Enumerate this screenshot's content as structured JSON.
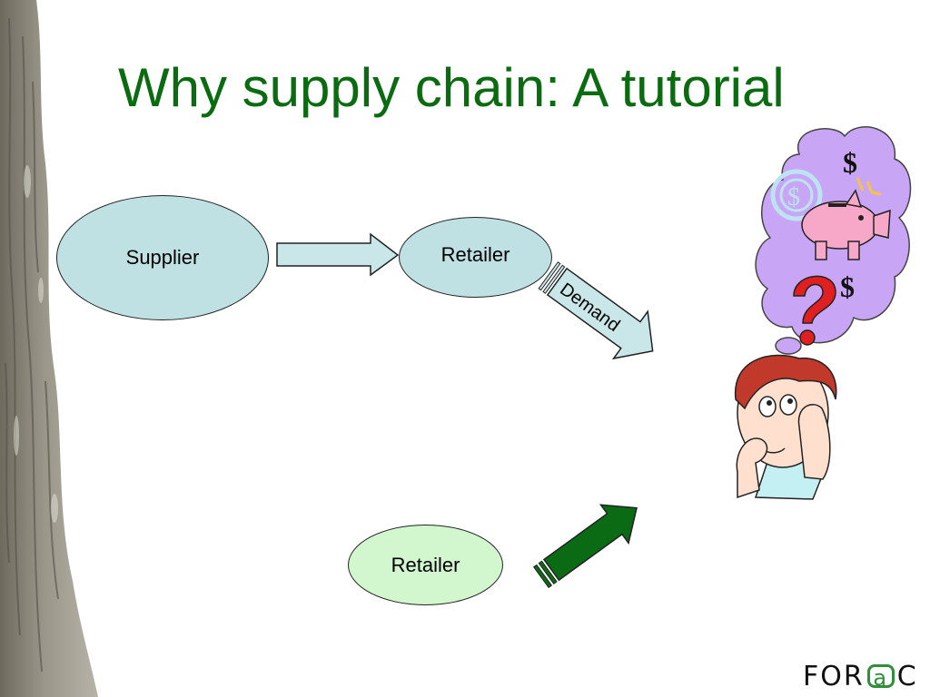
{
  "slide": {
    "title": "Why supply chain: A tutorial"
  },
  "diagram": {
    "supplier_label": "Supplier",
    "retailer_top_label": "Retailer",
    "retailer_bottom_label": "Retailer",
    "demand_label": "Demand"
  },
  "thought": {
    "dollar_top": "$",
    "dollar_bottom": "$",
    "dollar_coin": "$"
  },
  "logo": {
    "prefix": "FOR",
    "at": "a",
    "suffix": "C"
  },
  "colors": {
    "title": "#0b6b10",
    "node_blue": "#bfe1e3",
    "node_green": "#d2f7cf",
    "green_arrow": "#0a6b14",
    "cloud": "#c9a6f5",
    "question_mark": "#e02020",
    "piggy": "#f7a8c8"
  }
}
